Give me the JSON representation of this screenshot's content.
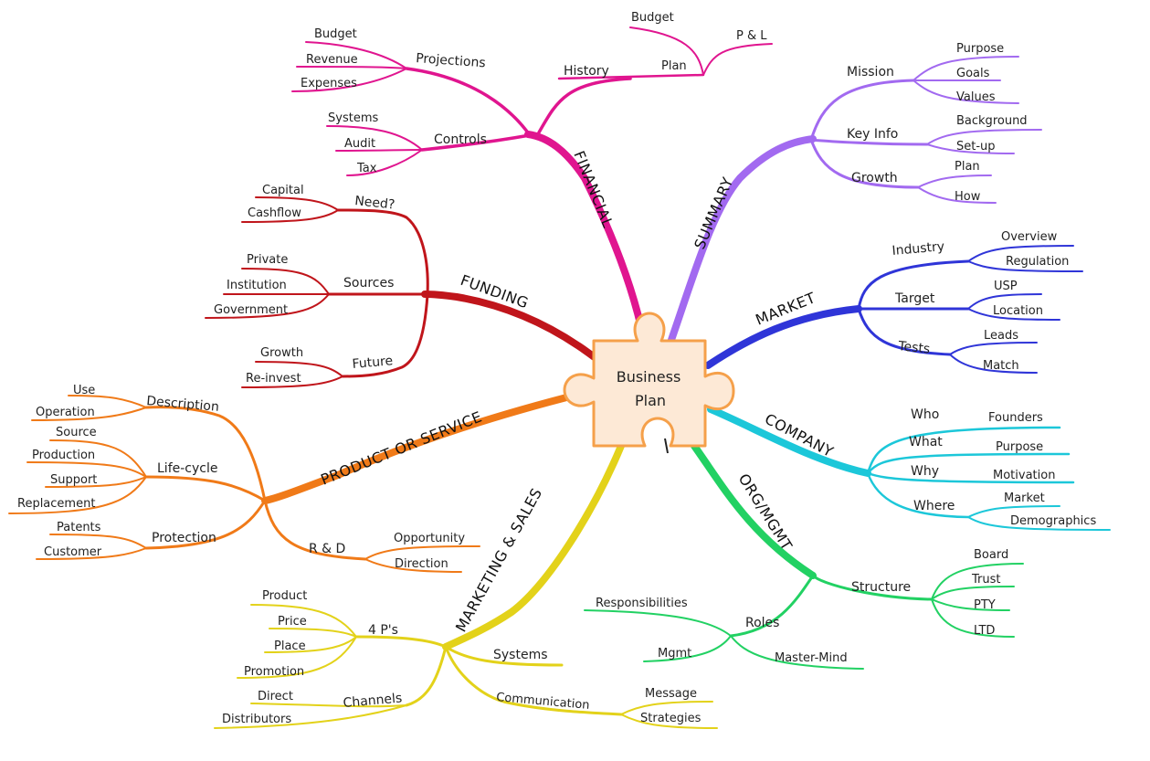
{
  "center": {
    "line1": "Business",
    "line2": "Plan"
  },
  "branches": {
    "financial": {
      "title": "FINANCIAL",
      "color": "#e0158f",
      "history": {
        "label": "History",
        "plan": "Plan",
        "budget": "Budget",
        "pl": "P & L"
      },
      "projections": {
        "label": "Projections",
        "items": [
          "Budget",
          "Revenue",
          "Expenses"
        ]
      },
      "controls": {
        "label": "Controls",
        "items": [
          "Systems",
          "Audit",
          "Tax"
        ]
      }
    },
    "summary": {
      "title": "SUMMARY",
      "color": "#a26af0",
      "mission": {
        "label": "Mission",
        "items": [
          "Purpose",
          "Goals",
          "Values"
        ]
      },
      "keyinfo": {
        "label": "Key Info",
        "items": [
          "Background",
          "Set-up"
        ]
      },
      "growth": {
        "label": "Growth",
        "items": [
          "Plan",
          "How"
        ]
      }
    },
    "market": {
      "title": "MARKET",
      "color": "#2f35d8",
      "industry": {
        "label": "Industry",
        "items": [
          "Overview",
          "Regulation"
        ]
      },
      "target": {
        "label": "Target",
        "items": [
          "USP",
          "Location"
        ]
      },
      "tests": {
        "label": "Tests",
        "items": [
          "Leads",
          "Match"
        ]
      }
    },
    "company": {
      "title": "COMPANY",
      "color": "#1cc7d9",
      "who": {
        "label": "Who",
        "item": "Founders"
      },
      "what": {
        "label": "What",
        "item": "Purpose"
      },
      "why": {
        "label": "Why",
        "item": "Motivation"
      },
      "where": {
        "label": "Where",
        "items": [
          "Market",
          "Demographics"
        ]
      }
    },
    "orgmgmt": {
      "title": "ORG/MGMT",
      "color": "#22d163",
      "structure": {
        "label": "Structure",
        "items": [
          "Board",
          "Trust",
          "PTY",
          "LTD"
        ]
      },
      "roles": {
        "label": "Roles",
        "items": [
          "Responsibilities",
          "Mgmt"
        ]
      },
      "mastermind": "Master-Mind"
    },
    "marketing": {
      "title": "MARKETING & SALES",
      "color": "#e3d21a",
      "fourps": {
        "label": "4 P's",
        "items": [
          "Product",
          "Price",
          "Place",
          "Promotion"
        ]
      },
      "channels": {
        "label": "Channels",
        "items": [
          "Direct",
          "Distributors"
        ]
      },
      "systems": "Systems",
      "communication": {
        "label": "Communication",
        "items": [
          "Message",
          "Strategies"
        ]
      }
    },
    "product": {
      "title": "PRODUCT OR SERVICE",
      "color": "#f07a18",
      "description": {
        "label": "Description",
        "items": [
          "Use",
          "Operation"
        ]
      },
      "lifecycle": {
        "label": "Life-cycle",
        "items": [
          "Source",
          "Production",
          "Support",
          "Replacement"
        ]
      },
      "protection": {
        "label": "Protection",
        "items": [
          "Patents",
          "Customer"
        ]
      },
      "rd": {
        "label": "R & D",
        "items": [
          "Opportunity",
          "Direction"
        ]
      }
    },
    "funding": {
      "title": "FUNDING",
      "color": "#c0151b",
      "need": {
        "label": "Need?",
        "items": [
          "Capital",
          "Cashflow"
        ]
      },
      "sources": {
        "label": "Sources",
        "items": [
          "Private",
          "Institution",
          "Government"
        ]
      },
      "future": {
        "label": "Future",
        "items": [
          "Growth",
          "Re-invest"
        ]
      }
    }
  }
}
